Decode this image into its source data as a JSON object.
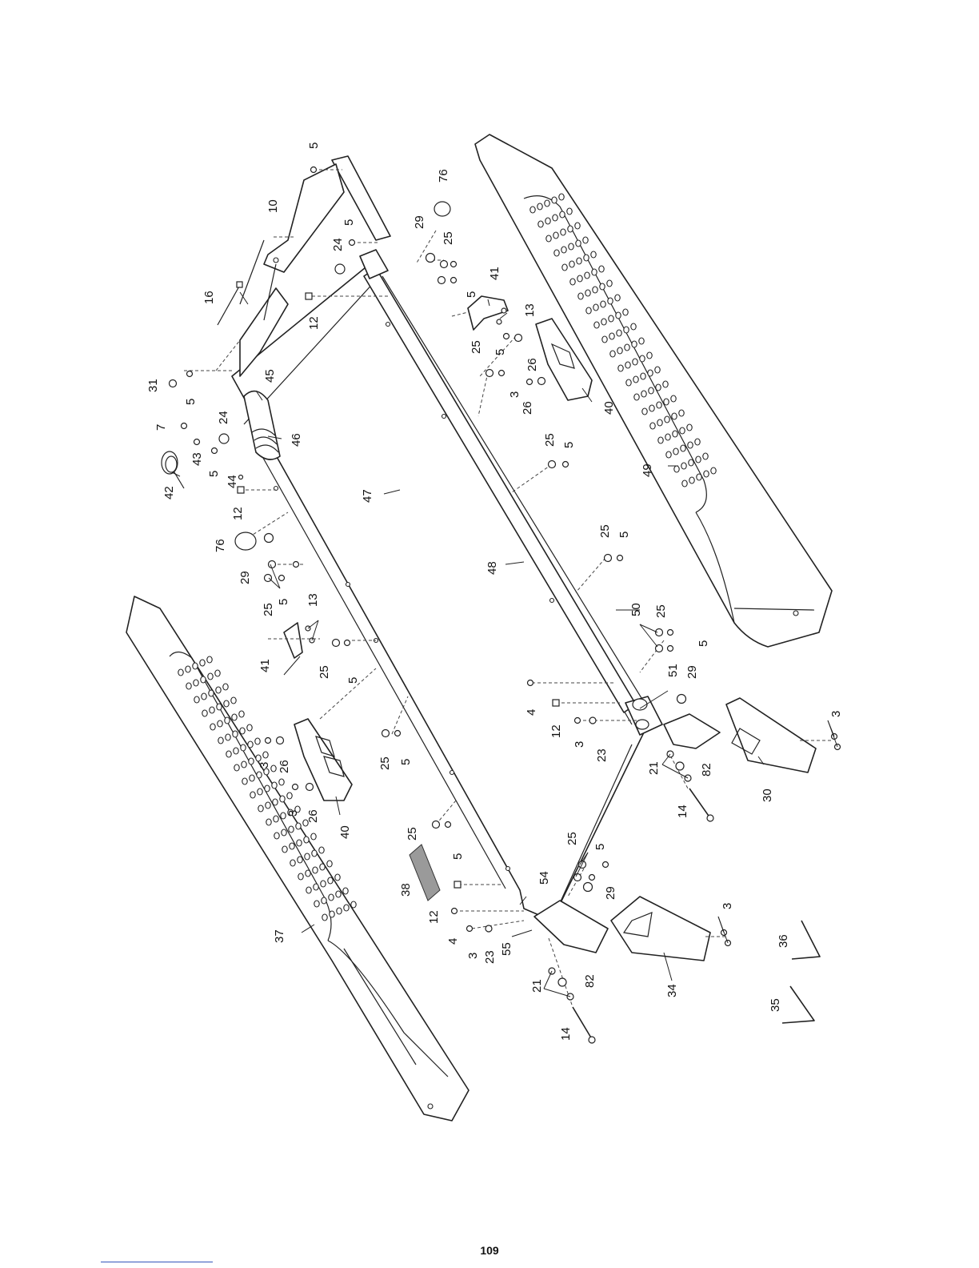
{
  "page": {
    "number": "109"
  },
  "diagram": {
    "kind": "exploded parts diagram",
    "callouts": [
      {
        "id": "c-5a",
        "text": "5"
      },
      {
        "id": "c-10",
        "text": "10"
      },
      {
        "id": "c-5b",
        "text": "5"
      },
      {
        "id": "c-24a",
        "text": "24"
      },
      {
        "id": "c-29a",
        "text": "29"
      },
      {
        "id": "c-25a",
        "text": "25"
      },
      {
        "id": "c-76a",
        "text": "76"
      },
      {
        "id": "c-41a",
        "text": "41"
      },
      {
        "id": "c-5c",
        "text": "5"
      },
      {
        "id": "c-13a",
        "text": "13"
      },
      {
        "id": "c-16",
        "text": "16"
      },
      {
        "id": "c-12a",
        "text": "12"
      },
      {
        "id": "c-25b",
        "text": "25"
      },
      {
        "id": "c-5d",
        "text": "5"
      },
      {
        "id": "c-26a",
        "text": "26"
      },
      {
        "id": "c-3a",
        "text": "3"
      },
      {
        "id": "c-26b",
        "text": "26"
      },
      {
        "id": "c-40a",
        "text": "40"
      },
      {
        "id": "c-31",
        "text": "31"
      },
      {
        "id": "c-5e",
        "text": "5"
      },
      {
        "id": "c-45",
        "text": "45"
      },
      {
        "id": "c-7",
        "text": "7"
      },
      {
        "id": "c-24b",
        "text": "24"
      },
      {
        "id": "c-46",
        "text": "46"
      },
      {
        "id": "c-43",
        "text": "43"
      },
      {
        "id": "c-5f",
        "text": "5"
      },
      {
        "id": "c-44",
        "text": "44"
      },
      {
        "id": "c-42",
        "text": "42"
      },
      {
        "id": "c-12b",
        "text": "12"
      },
      {
        "id": "c-47",
        "text": "47"
      },
      {
        "id": "c-25c",
        "text": "25"
      },
      {
        "id": "c-5g",
        "text": "5"
      },
      {
        "id": "c-49",
        "text": "49"
      },
      {
        "id": "c-76b",
        "text": "76"
      },
      {
        "id": "c-29b",
        "text": "29"
      },
      {
        "id": "c-25d",
        "text": "25"
      },
      {
        "id": "c-5h",
        "text": "5"
      },
      {
        "id": "c-48",
        "text": "48"
      },
      {
        "id": "c-25e",
        "text": "25"
      },
      {
        "id": "c-5i",
        "text": "5"
      },
      {
        "id": "c-13b",
        "text": "13"
      },
      {
        "id": "c-41b",
        "text": "41"
      },
      {
        "id": "c-25f",
        "text": "25"
      },
      {
        "id": "c-5j",
        "text": "5"
      },
      {
        "id": "c-50",
        "text": "50"
      },
      {
        "id": "c-25g",
        "text": "25"
      },
      {
        "id": "c-5k",
        "text": "5"
      },
      {
        "id": "c-51",
        "text": "51"
      },
      {
        "id": "c-29c",
        "text": "29"
      },
      {
        "id": "c-4a",
        "text": "4"
      },
      {
        "id": "c-12c",
        "text": "12"
      },
      {
        "id": "c-3b",
        "text": "3"
      },
      {
        "id": "c-23a",
        "text": "23"
      },
      {
        "id": "c-3c",
        "text": "3"
      },
      {
        "id": "c-21a",
        "text": "21"
      },
      {
        "id": "c-82a",
        "text": "82"
      },
      {
        "id": "c-30",
        "text": "30"
      },
      {
        "id": "c-14a",
        "text": "14"
      },
      {
        "id": "c-3d",
        "text": "3"
      },
      {
        "id": "c-26c",
        "text": "26"
      },
      {
        "id": "c-25h",
        "text": "25"
      },
      {
        "id": "c-5l",
        "text": "5"
      },
      {
        "id": "c-3e",
        "text": "3"
      },
      {
        "id": "c-26d",
        "text": "26"
      },
      {
        "id": "c-40b",
        "text": "40"
      },
      {
        "id": "c-25i",
        "text": "25"
      },
      {
        "id": "c-5m",
        "text": "5"
      },
      {
        "id": "c-25j",
        "text": "25"
      },
      {
        "id": "c-5n",
        "text": "5"
      },
      {
        "id": "c-29d",
        "text": "29"
      },
      {
        "id": "c-38",
        "text": "38"
      },
      {
        "id": "c-12d",
        "text": "12"
      },
      {
        "id": "c-54",
        "text": "54"
      },
      {
        "id": "c-4b",
        "text": "4"
      },
      {
        "id": "c-3f",
        "text": "3"
      },
      {
        "id": "c-23b",
        "text": "23"
      },
      {
        "id": "c-55",
        "text": "55"
      },
      {
        "id": "c-3g",
        "text": "3"
      },
      {
        "id": "c-21b",
        "text": "21"
      },
      {
        "id": "c-82b",
        "text": "82"
      },
      {
        "id": "c-34",
        "text": "34"
      },
      {
        "id": "c-14b",
        "text": "14"
      },
      {
        "id": "c-37",
        "text": "37"
      },
      {
        "id": "c-36",
        "text": "36"
      },
      {
        "id": "c-35",
        "text": "35"
      }
    ]
  }
}
